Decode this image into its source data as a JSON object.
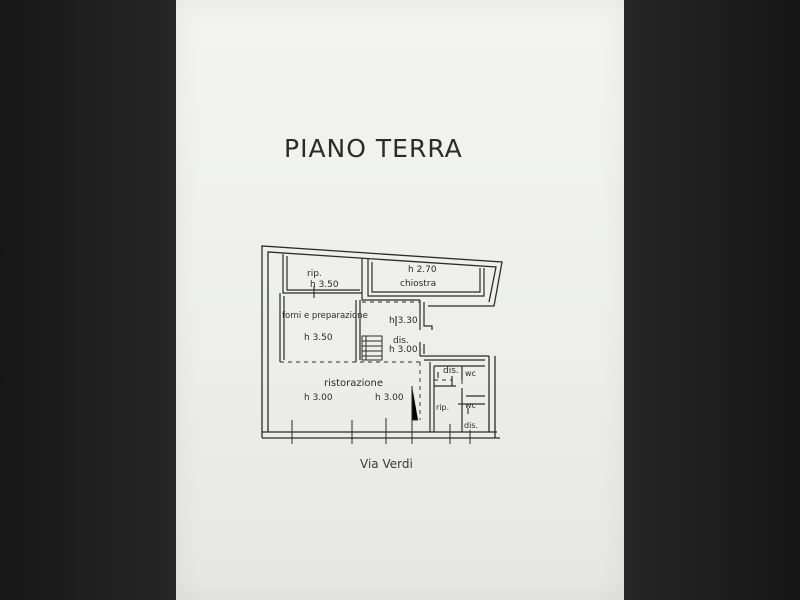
{
  "title": "PIANO TERRA",
  "street": "Via Verdi",
  "rooms": {
    "rip_top": {
      "name": "rip.",
      "height": "h 3.50"
    },
    "chiostra": {
      "name": "chiostra",
      "height": "h 2.70"
    },
    "forni": {
      "name": "forni e preparazione",
      "height": "h 3.50"
    },
    "dis_center": {
      "name": "dis.",
      "height_upper": "h 3.30",
      "height_lower": "h 3.00"
    },
    "ristorazione": {
      "name": "ristorazione",
      "height_left": "h 3.00",
      "height_right": "h 3.00"
    },
    "dis_right": {
      "name": "dis."
    },
    "wc_top": {
      "name": "wc"
    },
    "wc_bottom": {
      "name": "wc"
    },
    "rip_small": {
      "name": "rip."
    },
    "dis_bottom": {
      "name": "dis."
    }
  }
}
